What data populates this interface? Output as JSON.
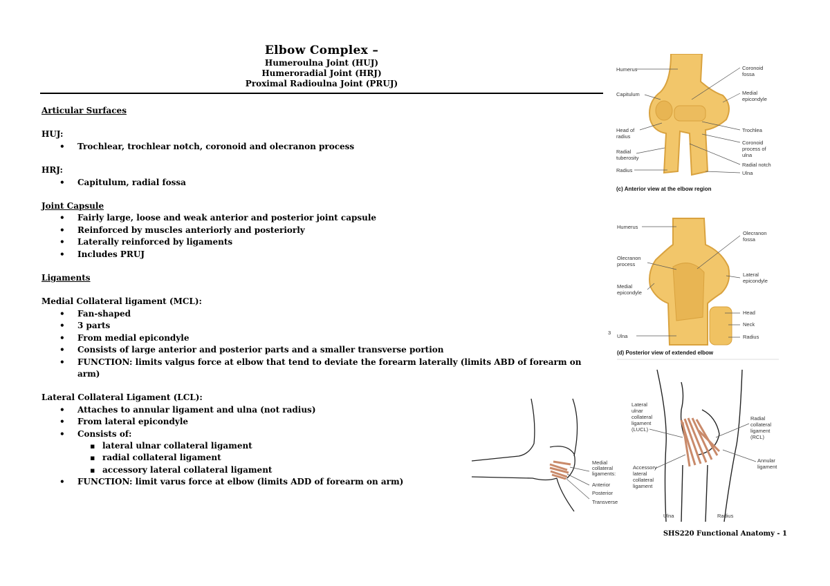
{
  "title": {
    "main": "Elbow Complex –",
    "lines": [
      "Humeroulna Joint (HUJ)",
      "Humeroradial Joint (HRJ)",
      "Proximal Radioulna Joint (PRUJ)"
    ]
  },
  "sections": {
    "articular": {
      "heading": "Articular Surfaces",
      "huj_label": "HUJ:",
      "huj_items": [
        "Trochlear, trochlear notch, coronoid and olecranon process"
      ],
      "hrj_label": "HRJ:",
      "hrj_items": [
        "Capitulum, radial fossa"
      ]
    },
    "capsule": {
      "heading": "Joint Capsule",
      "items": [
        "Fairly large, loose and weak anterior and posterior joint capsule",
        "Reinforced by muscles anteriorly and posteriorly",
        "Laterally reinforced by ligaments",
        "Includes PRUJ"
      ]
    },
    "ligaments": {
      "heading": "Ligaments",
      "mcl_label": "Medial Collateral ligament (MCL):",
      "mcl_items": [
        "Fan-shaped",
        "3 parts",
        "From medial epicondyle",
        "Consists of large anterior and posterior parts and a smaller transverse portion",
        "FUNCTION: limits valgus force at elbow that tend to deviate the forearm laterally (limits ABD of forearm on arm)"
      ],
      "lcl_label": "Lateral Collateral Ligament (LCL):",
      "lcl_items": [
        "Attaches to annular ligament and ulna (not radius)",
        "From lateral epicondyle",
        "Consists of:"
      ],
      "lcl_sub_items": [
        "lateral ulnar collateral ligament",
        "radial collateral ligament",
        "accessory lateral collateral ligament"
      ],
      "lcl_function": "FUNCTION: limit varus force at elbow (limits ADD of forearm on arm)"
    }
  },
  "figures": {
    "anterior": {
      "left_labels": [
        "Humerus",
        "Capitulum",
        "Head of",
        "radius",
        "Radial",
        "tuberosity",
        "Radius"
      ],
      "right_labels": [
        "Coronoid",
        "fossa",
        "Medial",
        "epicondyle",
        "Trochlea",
        "Coronoid",
        "process of",
        "ulna",
        "Radial notch",
        "Ulna"
      ],
      "caption": "(c) Anterior view at the elbow region"
    },
    "posterior": {
      "left_labels": [
        "Humerus",
        "Olecranon",
        "process",
        "Medial",
        "epicondyle",
        "Ulna"
      ],
      "right_labels": [
        "Olecranon",
        "fossa",
        "Lateral",
        "epicondyle",
        "Head",
        "Neck",
        "Radius"
      ],
      "margin_mark": "3",
      "caption": "(d) Posterior view of extended elbow"
    },
    "lateral_ligaments": {
      "left_labels": [
        "Lateral",
        "ulnar",
        "collateral",
        "ligament",
        "(LUCL)",
        "Accessory",
        "lateral",
        "collateral",
        "ligament"
      ],
      "right_labels": [
        "Radial",
        "collateral",
        "ligament",
        "(RCL)",
        "Annular",
        "ligament"
      ],
      "bottom_labels": [
        "Ulna",
        "Radius"
      ]
    },
    "medial_ligaments": {
      "labels": [
        "Medial",
        "collateral",
        "ligaments:",
        "Anterior",
        "Posterior",
        "Transverse"
      ]
    }
  },
  "footer": "SHS220 Functional Anatomy - 1",
  "colors": {
    "bone": "#f2c66a",
    "bone_shade": "#d9a23e",
    "ligament": "#c98a6a",
    "line": "#555555"
  }
}
